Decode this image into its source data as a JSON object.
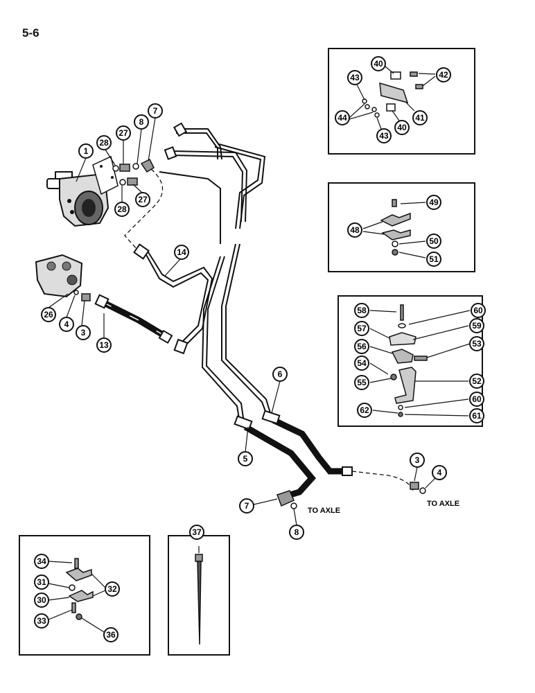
{
  "page": {
    "number": "5-6"
  },
  "callouts": {
    "c1": "1",
    "c28a": "28",
    "c27a": "27",
    "c8a": "8",
    "c7a": "7",
    "c28b": "28",
    "c27b": "27",
    "c14": "14",
    "c26": "26",
    "c4a": "4",
    "c3a": "3",
    "c13": "13",
    "c6": "6",
    "c5": "5",
    "c7b": "7",
    "c8b": "8",
    "c3b": "3",
    "c4b": "4",
    "c40a": "40",
    "c42": "42",
    "c43a": "43",
    "c44": "44",
    "c40b": "40",
    "c41": "41",
    "c43b": "43",
    "c49": "49",
    "c48": "48",
    "c50": "50",
    "c51": "51",
    "c58": "58",
    "c60a": "60",
    "c57": "57",
    "c59": "59",
    "c56": "56",
    "c53": "53",
    "c54": "54",
    "c55": "55",
    "c52": "52",
    "c60b": "60",
    "c62": "62",
    "c61": "61",
    "c34": "34",
    "c31": "31",
    "c32": "32",
    "c30": "30",
    "c33": "33",
    "c36": "36",
    "c37": "37"
  },
  "labels": {
    "to_axle_left": "TO AXLE",
    "to_axle_right": "TO AXLE"
  }
}
